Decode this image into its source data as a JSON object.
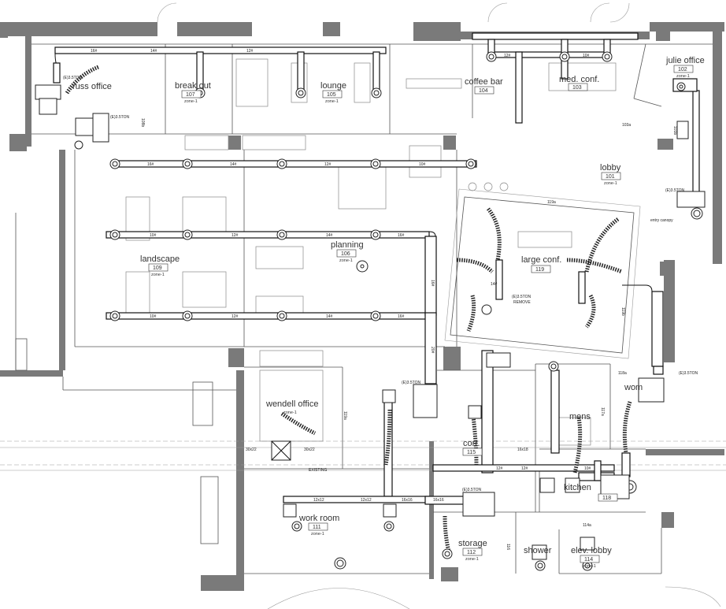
{
  "rooms": [
    {
      "id": "russ",
      "name": "russ office",
      "number": "",
      "zone": ""
    },
    {
      "id": "breakout",
      "name": "break out",
      "number": "107",
      "zone": "zone-1"
    },
    {
      "id": "lounge",
      "name": "lounge",
      "number": "105",
      "zone": "zone-1"
    },
    {
      "id": "coffee",
      "name": "coffee bar",
      "number": "104",
      "zone": ""
    },
    {
      "id": "medconf",
      "name": "med. conf.",
      "number": "103",
      "zone": ""
    },
    {
      "id": "julie",
      "name": "julie office",
      "number": "102",
      "zone": "zone-1"
    },
    {
      "id": "lobby",
      "name": "lobby",
      "number": "101",
      "zone": "zone-1"
    },
    {
      "id": "landscape",
      "name": "landscape",
      "number": "109",
      "zone": "zone-1"
    },
    {
      "id": "planning",
      "name": "planning",
      "number": "106",
      "zone": "zone-1"
    },
    {
      "id": "largeconf",
      "name": "large conf.",
      "number": "119",
      "zone": ""
    },
    {
      "id": "wendell",
      "name": "wendell office",
      "number": "",
      "zone": "zone-1"
    },
    {
      "id": "workroom",
      "name": "work room",
      "number": "111",
      "zone": "zone-1"
    },
    {
      "id": "corr",
      "name": "corr.",
      "number": "115",
      "zone": ""
    },
    {
      "id": "storage",
      "name": "storage",
      "number": "112",
      "zone": "zone-1"
    },
    {
      "id": "kitchen",
      "name": "kitchen",
      "number": "118",
      "zone": ""
    },
    {
      "id": "mens",
      "name": "mens",
      "number": "",
      "zone": ""
    },
    {
      "id": "wom",
      "name": "wom",
      "number": "",
      "zone": ""
    },
    {
      "id": "elevlobby",
      "name": "elev. lobby",
      "number": "114",
      "zone": "zone-1"
    },
    {
      "id": "shower",
      "name": "shower",
      "number": "",
      "zone": ""
    }
  ],
  "tags": {
    "e1": "(E)3.5TON",
    "e2": "(E)3.5TON",
    "e3": "(E)3.5TON",
    "e4": "(E)3.5TON",
    "e5": "(E)3.5TON",
    "e6": "(E)3.5TON",
    "e7": "(E)3.5TON",
    "remove": "REMOVE",
    "entry": "entry canopy",
    "r103a": "103a",
    "r103b": "103b",
    "r119a": "119a",
    "r119b": "119b",
    "r118a": "118a",
    "r117a": "117a",
    "r116": "116",
    "r114a": "114a",
    "r119c": "119a",
    "r108b": "108b",
    "existing": "EXISTING",
    "ductsize1": "30x22",
    "ductsize2": "30x22",
    "ductsize3": "16x18"
  },
  "ducts": {
    "d16a": "16#",
    "d14a": "14#",
    "d12a": "12#",
    "d10a": "10#",
    "d16b": "16#",
    "d14b": "14#",
    "d12b": "12#",
    "d10b": "10#",
    "d16c": "16#",
    "d14c": "14#",
    "d12c": "12#",
    "d10c": "10#",
    "d12d": "12#",
    "d14d": "14#",
    "d16d": "16#",
    "d12x12a": "12x12",
    "d12x12b": "12x12",
    "d16x16a": "16x16",
    "d16x16b": "16x16",
    "d12e": "12#",
    "d14e": "14#",
    "d18a": "18#",
    "d16e": "16#",
    "d20a": "20#",
    "d10e": "10#",
    "d12f": "12#",
    "d14f": "14#",
    "d10f": "10#"
  },
  "colors": {
    "wall": "#7a7a7a",
    "duct": "#111111",
    "line": "#555555"
  }
}
